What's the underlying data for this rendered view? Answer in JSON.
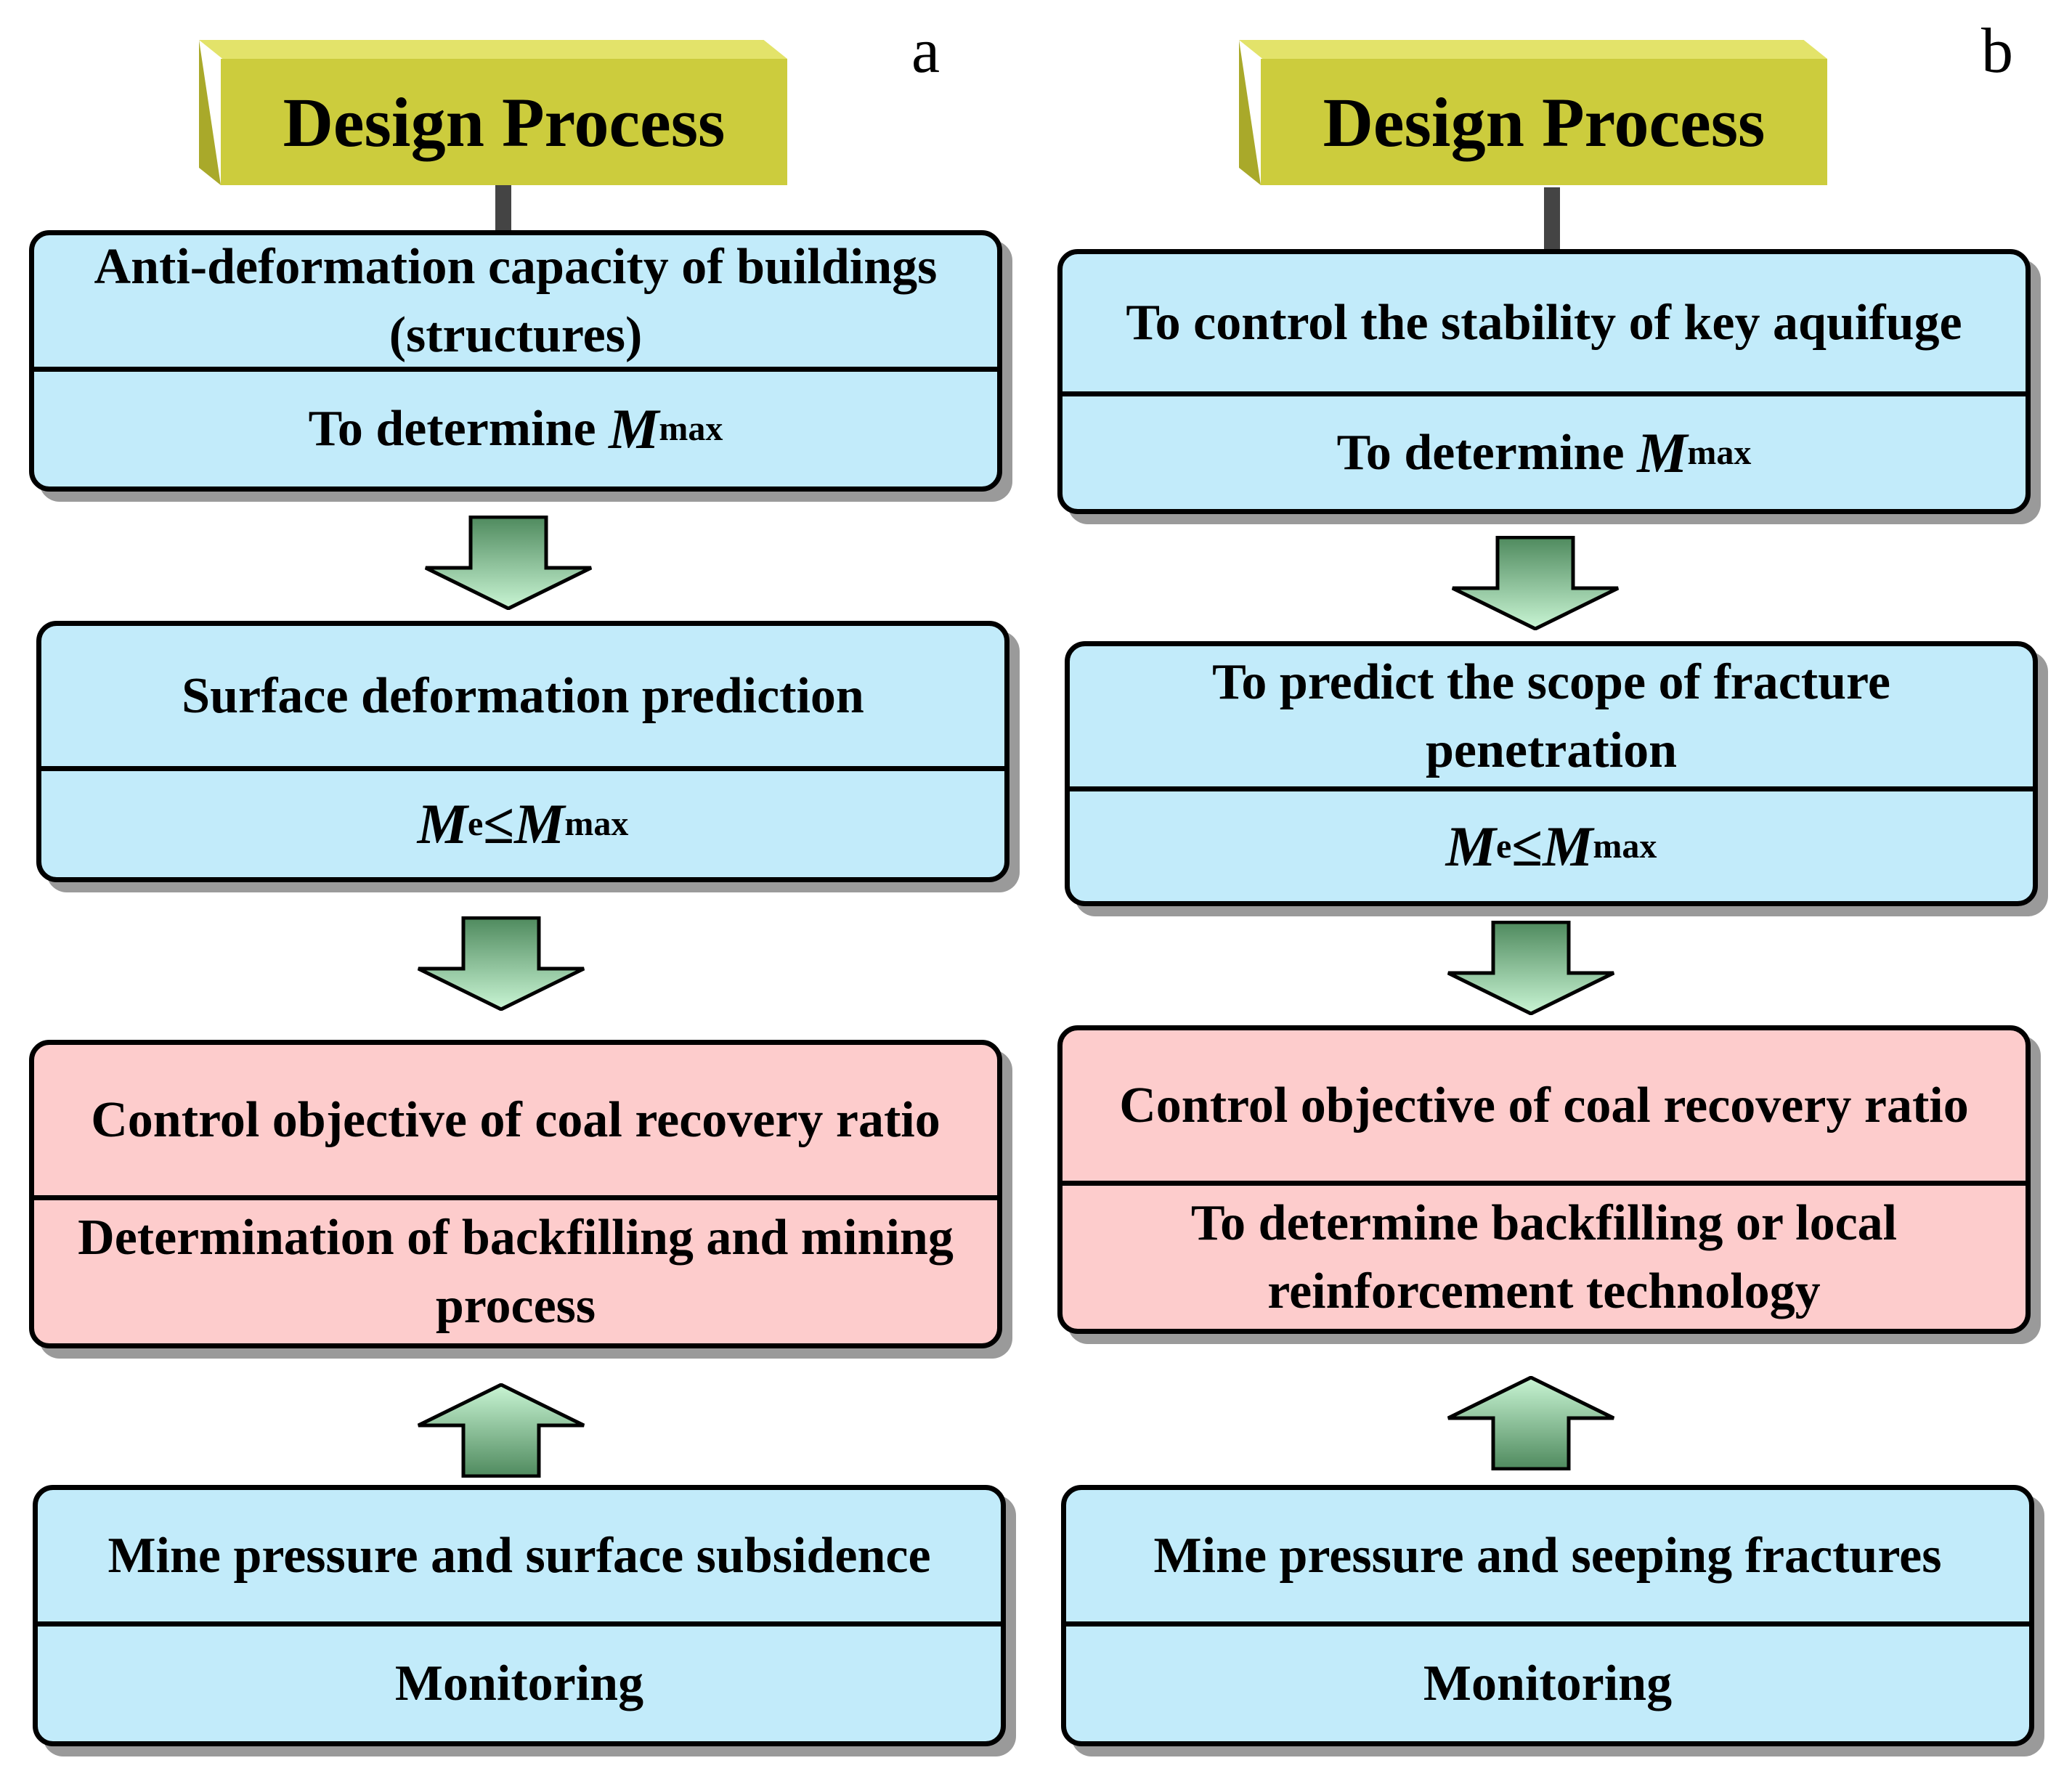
{
  "panels": [
    {
      "letter": "a",
      "header": "Design Process",
      "box1": {
        "top": "Anti-deformation capacity of buildings (structures)",
        "bottom_text": "To determine ",
        "bottom_var": "M",
        "bottom_sub": "max"
      },
      "box2": {
        "top": "Surface deformation prediction",
        "m1": "M",
        "m1_sub": "e",
        "leq": "≤",
        "m2": "M",
        "m2_sub": "max"
      },
      "box3": {
        "top": "Control objective of coal recovery ratio",
        "bottom": "Determination of backfilling and mining process"
      },
      "box4": {
        "top": "Mine pressure and surface subsidence",
        "bottom": "Monitoring"
      }
    },
    {
      "letter": "b",
      "header": "Design Process",
      "box1": {
        "top": "To control the stability of key aquifuge",
        "bottom_text": "To determine ",
        "bottom_var": "M",
        "bottom_sub": "max"
      },
      "box2": {
        "top": "To predict the scope of fracture penetration",
        "m1": "M",
        "m1_sub": "e",
        "leq": "≤",
        "m2": "M",
        "m2_sub": "max"
      },
      "box3": {
        "top": "Control objective of coal recovery ratio",
        "bottom": "To determine backfilling or local reinforcement technology"
      },
      "box4": {
        "top": "Mine pressure and seeping fractures",
        "bottom": "Monitoring"
      }
    }
  ],
  "colors": {
    "header": "#cccc3d",
    "blue_box": "#c2ebfa",
    "pink_box": "#fdcccc",
    "arrow_top": "#c9f5d4",
    "arrow_bottom": "#4f8a5e"
  }
}
